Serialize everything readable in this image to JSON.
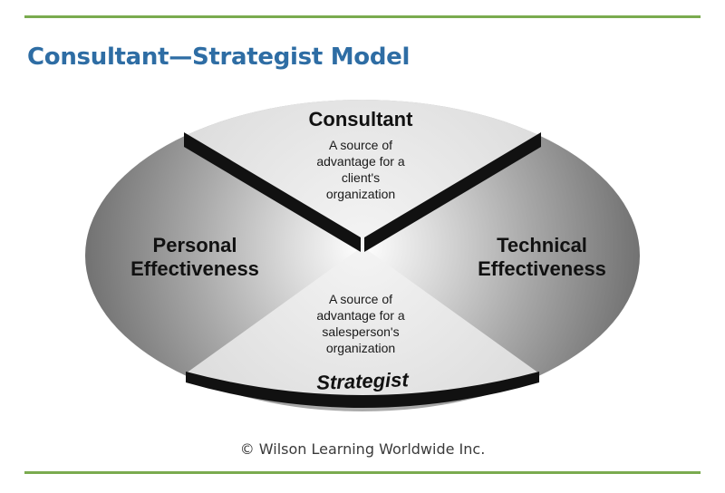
{
  "title": "Consultant—Strategist Model",
  "copyright": "© Wilson Learning Worldwide Inc.",
  "diagram": {
    "top": {
      "title": "Consultant",
      "lines": [
        "A source of",
        "advantage for a",
        "client's",
        "organization"
      ]
    },
    "bottom": {
      "title": "Strategist",
      "lines": [
        "A source of",
        "advantage for a",
        "salesperson's",
        "organization"
      ]
    },
    "left": {
      "lines": [
        "Personal",
        "Effectiveness"
      ]
    },
    "right": {
      "lines": [
        "Technical",
        "Effectiveness"
      ]
    }
  },
  "colors": {
    "rule": "#7aab4f",
    "title": "#2e6da4",
    "wedge_light": "#e2e2e2",
    "side_dark": "#7c7c7c",
    "divider": "#111111"
  }
}
